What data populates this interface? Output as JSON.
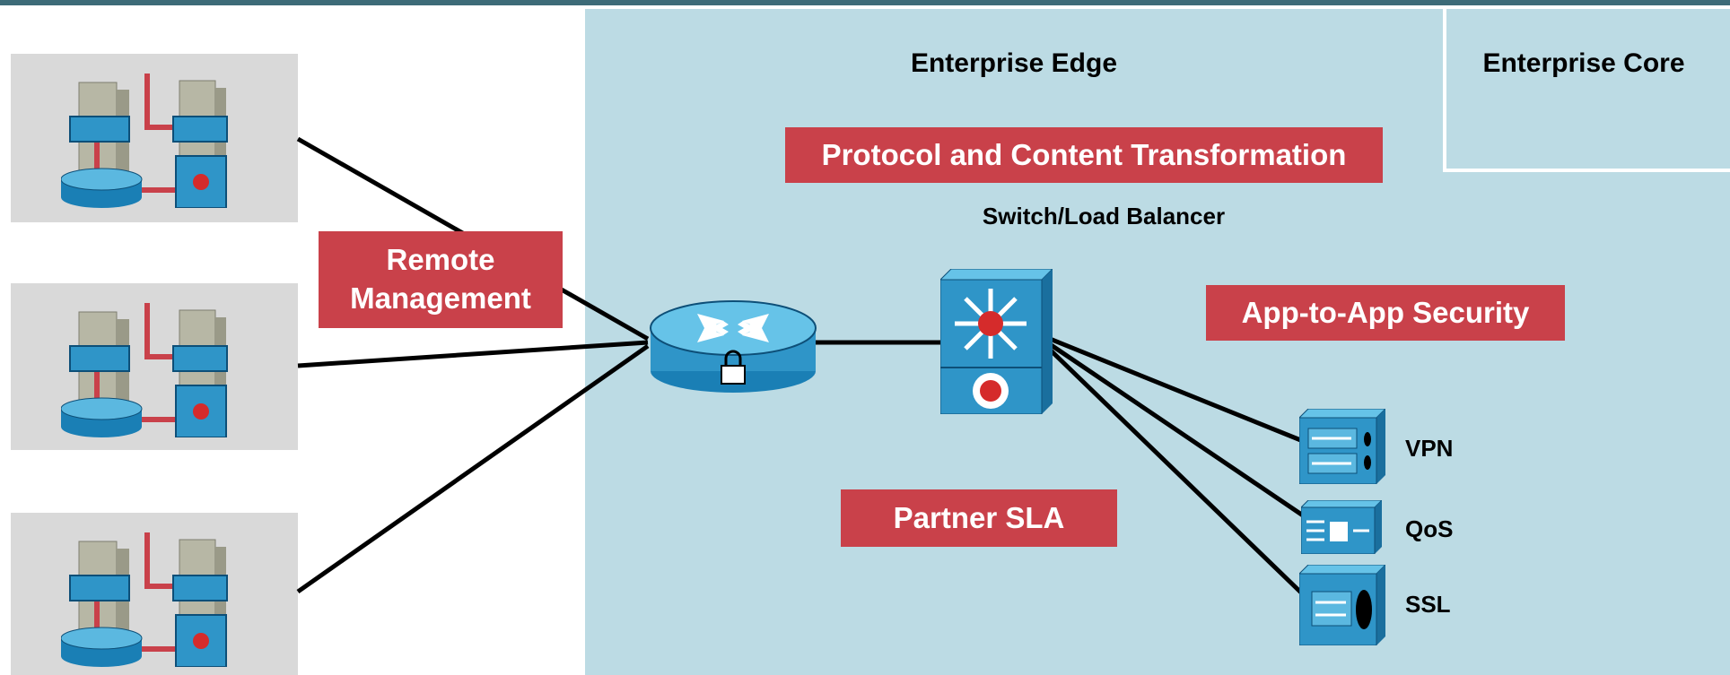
{
  "zones": {
    "enterprise_edge": "Enterprise Edge",
    "enterprise_core": "Enterprise Core"
  },
  "callouts": {
    "protocol": "Protocol and Content Transformation",
    "remote_management": "Remote Management",
    "app_security": "App-to-App Security",
    "partner_sla": "Partner SLA"
  },
  "devices": {
    "switch_load_balancer": "Switch/Load Balancer",
    "vpn": "VPN",
    "qos": "QoS",
    "ssl": "SSL"
  },
  "colors": {
    "edge_zone": "#bcdbe4",
    "callout_red": "#c9414a",
    "site_gray": "#d9d9d9",
    "device_blue": "#2f95c8"
  },
  "icons": [
    "branch-site-icon",
    "router-icon",
    "lock-icon",
    "multilayer-switch-icon",
    "vpn-concentrator-icon",
    "qos-icon",
    "ssl-offload-icon"
  ]
}
